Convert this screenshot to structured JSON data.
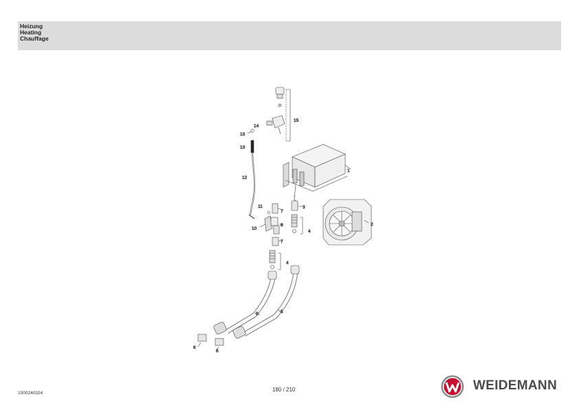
{
  "header": {
    "title_de": "Heizung",
    "title_en": "Heating",
    "title_fr": "Chauffage"
  },
  "diagram": {
    "callouts": {
      "c1": "1",
      "c2": "2",
      "c3": "3",
      "c4a": "4",
      "c4b": "4",
      "c5": "5",
      "c6a": "6",
      "c6b": "6",
      "c7a": "7",
      "c7b": "7",
      "c8": "8",
      "c9": "9",
      "c10": "10",
      "c11": "11",
      "c12": "12",
      "c13a": "13",
      "c13b": "13",
      "c14": "14",
      "c15": "15"
    }
  },
  "footer": {
    "doc_number": "1000240324",
    "page_indicator": "180 / 210",
    "brand_name": "WEIDEMANN"
  },
  "colors": {
    "header_band": "#dcdcdc",
    "logo_red": "#c8102e",
    "logo_gray": "#6b6b6b"
  }
}
